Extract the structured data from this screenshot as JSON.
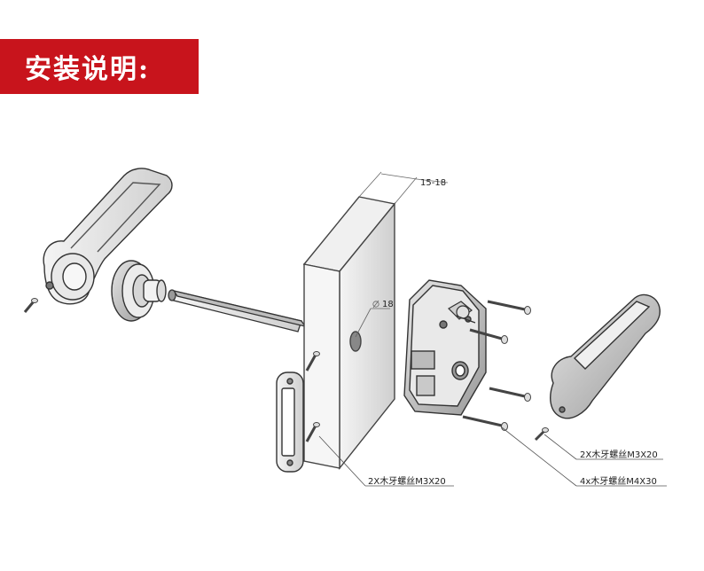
{
  "banner": {
    "title": "安装说明:",
    "color": "#c8141c"
  },
  "dimensions": {
    "door_thickness": "15-18",
    "hole_diameter": "18"
  },
  "callouts": {
    "strike_screws": "2X木牙螺丝M3X20",
    "handle_screws": "2X木牙螺丝M3X20",
    "lock_screws": "4x木牙螺丝M4X30"
  }
}
